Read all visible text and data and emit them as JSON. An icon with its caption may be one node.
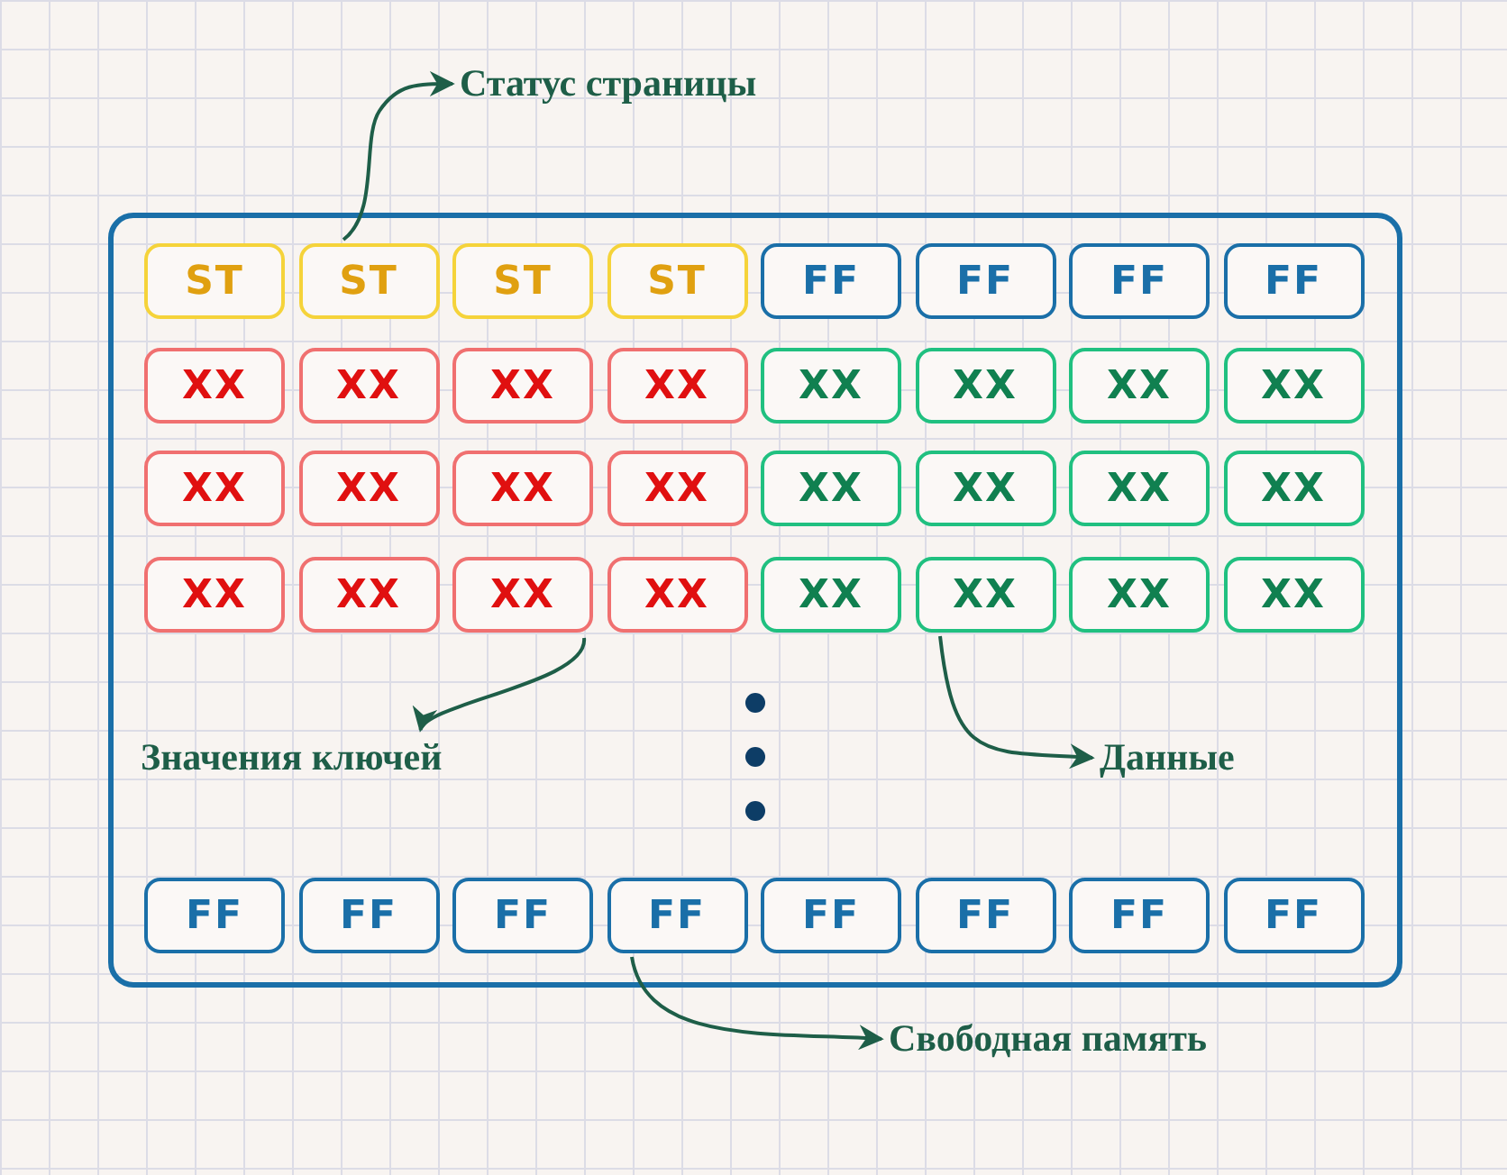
{
  "diagram": {
    "nodes": [
      {
        "text": [
          "Статус страницы"
        ]
      },
      {
        "text": [],
        "shape": "box"
      },
      {
        "text": [
          "ST"
        ],
        "in": 1
      },
      {
        "text": [
          "ST"
        ],
        "in": 1
      },
      {
        "text": [
          "ST"
        ],
        "in": 1
      },
      {
        "text": [
          "ST"
        ],
        "in": 1
      },
      {
        "text": [
          "FF"
        ],
        "in": 1
      },
      {
        "text": [
          "FF"
        ],
        "in": 1
      },
      {
        "text": [
          "FF"
        ],
        "in": 1
      },
      {
        "text": [
          "FF"
        ],
        "in": 1
      },
      {
        "text": [
          "XX"
        ],
        "in": 1
      },
      {
        "text": [
          "XX"
        ],
        "in": 1
      },
      {
        "text": [
          "XX"
        ],
        "in": 1
      },
      {
        "text": [
          "XX"
        ],
        "in": 1
      },
      {
        "text": [
          "XX"
        ],
        "in": 1
      },
      {
        "text": [
          "XX"
        ],
        "in": 1
      },
      {
        "text": [
          "XX"
        ],
        "in": 1
      },
      {
        "text": [
          "XX"
        ],
        "in": 1
      },
      {
        "text": [
          "XX"
        ],
        "in": 1
      },
      {
        "text": [
          "XX"
        ],
        "in": 1
      },
      {
        "text": [
          "XX"
        ],
        "in": 1
      },
      {
        "text": [
          "XX"
        ],
        "in": 1
      },
      {
        "text": [
          "XX"
        ],
        "in": 1
      },
      {
        "text": [
          "XX"
        ],
        "in": 1
      },
      {
        "text": [
          "XX"
        ],
        "in": 1
      },
      {
        "text": [
          "XX"
        ],
        "in": 1
      },
      {
        "text": [
          "XX"
        ],
        "in": 1
      },
      {
        "text": [
          "XX"
        ],
        "in": 1
      },
      {
        "text": [
          "XX"
        ],
        "in": 1
      },
      {
        "text": [
          "XX"
        ],
        "in": 1
      },
      {
        "text": [
          "XX"
        ],
        "in": 1
      },
      {
        "text": [
          "XX"
        ],
        "in": 1
      },
      {
        "text": [
          "XX"
        ],
        "in": 1
      },
      {
        "text": [
          "XX"
        ],
        "in": 1
      },
      {
        "text": [
          "Значения ключей"
        ],
        "in": 1
      },
      {
        "text": [
          "Данные"
        ],
        "in": 1
      },
      {
        "text": [
          "FF"
        ],
        "in": 1
      },
      {
        "text": [
          "FF"
        ],
        "in": 1
      },
      {
        "text": [
          "FF"
        ],
        "in": 1
      },
      {
        "text": [
          "FF"
        ],
        "in": 1
      },
      {
        "text": [
          "FF"
        ],
        "in": 1
      },
      {
        "text": [
          "FF"
        ],
        "in": 1
      },
      {
        "text": [
          "FF"
        ],
        "in": 1
      },
      {
        "text": [
          "FF"
        ],
        "in": 1
      },
      {
        "text": [
          "Свободная память"
        ]
      }
    ],
    "edges": [
      {
        "from": 3,
        "to": 0,
        "arrow": "to"
      },
      {
        "from": 28,
        "to": 34,
        "arrow": "to"
      },
      {
        "from": 31,
        "to": 35,
        "arrow": "to"
      },
      {
        "from": 39,
        "to": 44,
        "arrow": "to"
      }
    ]
  }
}
